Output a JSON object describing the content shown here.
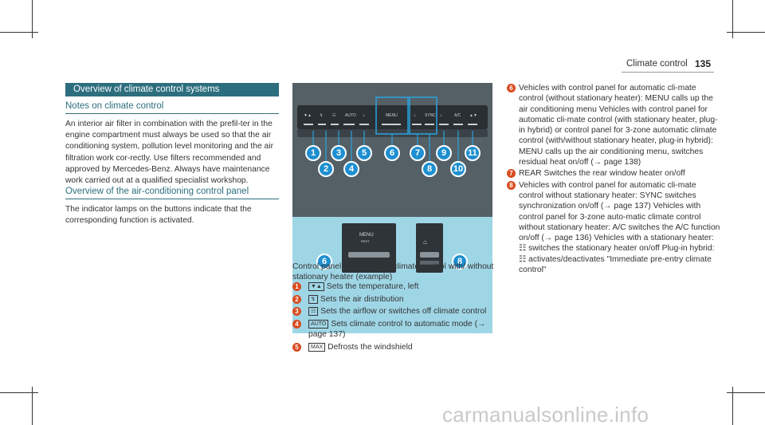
{
  "header": {
    "section_title": "Climate control",
    "page_number": "135"
  },
  "left": {
    "section_bar": "Overview of climate control systems",
    "notes_heading": "Notes on climate control",
    "notes_text": "An interior air filter in combination with the prefil-ter in the engine compartment must always be used so that the air conditioning system, pollution level monitoring and the air filtration work cor-rectly. Use filters recommended and approved by Mercedes-Benz. Always have maintenance work carried out at a qualified specialist workshop.",
    "panel_heading": "Overview of the air-conditioning control panel",
    "panel_text": "The indicator lamps on the buttons indicate that the corresponding function is activated."
  },
  "figure": {
    "top_buttons": [
      "▼▲",
      "↯",
      "☷",
      "AUTO",
      "⌂",
      "MENU",
      "⌂",
      "SYNC",
      "⌂",
      "A/C",
      "▲▼"
    ],
    "badges_top": [
      "1",
      "3",
      "5",
      "6",
      "7",
      "9",
      "11"
    ],
    "badges_bottom": [
      "2",
      "4",
      "8",
      "10"
    ],
    "lower_menu_label": "MENU",
    "lower_menu_sub": "REST",
    "lower_badge_left": "6",
    "lower_badge_right": "8"
  },
  "caption": "Control panel for automatic climate control with/ without stationary heater (example)",
  "legend": [
    {
      "num": "1",
      "icon": "▼▲",
      "text": "Sets the temperature, left"
    },
    {
      "num": "2",
      "icon": "↯",
      "text": "Sets the air distribution"
    },
    {
      "num": "3",
      "icon": "☷",
      "text": "Sets the airflow or switches off climate control"
    },
    {
      "num": "4",
      "icon": "AUTO",
      "text": "Sets climate control to automatic mode (→ page 137)"
    },
    {
      "num": "5",
      "icon": "MAX",
      "text": "Defrosts the windshield"
    }
  ],
  "right": [
    {
      "num": "6",
      "text": "Vehicles with control panel for automatic cli-mate control (without stationary heater): MENU calls up the air conditioning menu Vehicles with control panel for automatic cli-mate control (with stationary heater, plug-in hybrid) or control panel for 3-zone automatic climate control (with/without stationary heater, plug-in hybrid): MENU calls up the air conditioning menu, switches residual heat on/off (→ page 138)"
    },
    {
      "num": "7",
      "text": "REAR Switches the rear window heater on/off"
    },
    {
      "num": "8",
      "text": "Vehicles with control panel for automatic cli-mate control without stationary heater: SYNC switches synchronization on/off (→ page 137) Vehicles with control panel for 3-zone auto-matic climate control without stationary heater: A/C switches the A/C function on/off (→ page 136) Vehicles with a stationary heater: ☷ switches the stationary heater on/off Plug-in hybrid: ☷ activates/deactivates \"Immediate pre-entry climate control\""
    }
  ],
  "watermark": "carmanualsonline.info"
}
